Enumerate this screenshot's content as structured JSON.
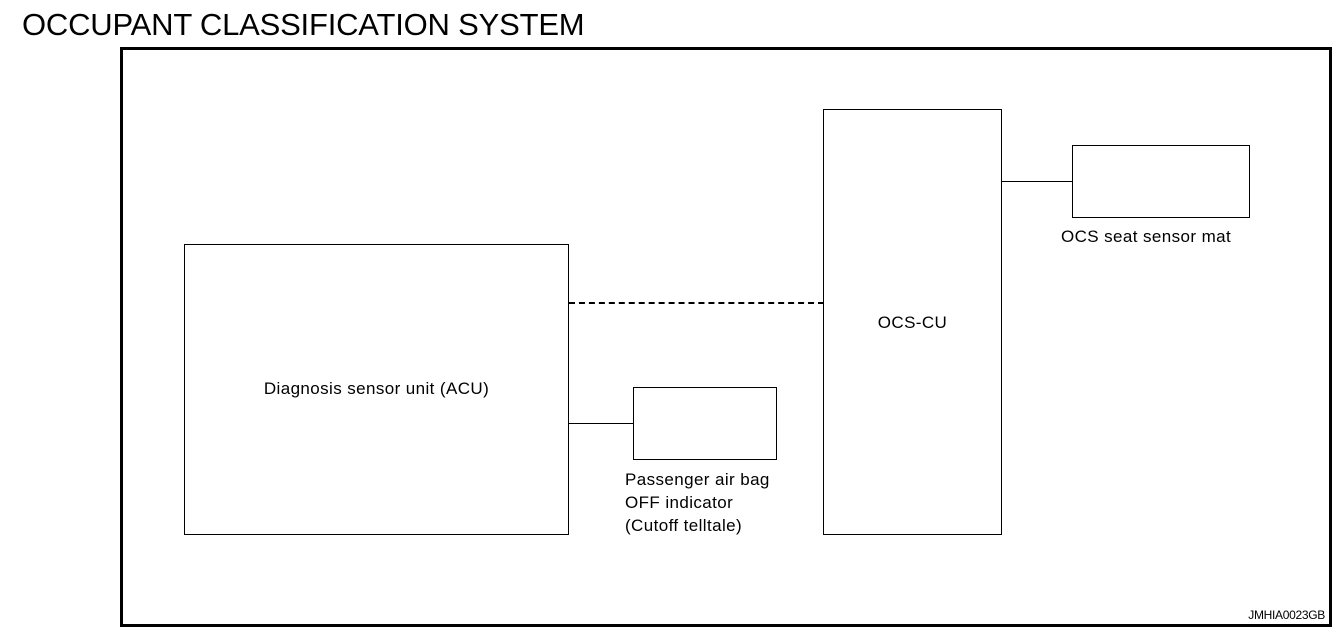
{
  "title": "OCCUPANT CLASSIFICATION SYSTEM",
  "diagram": {
    "acu": {
      "label": "Diagnosis sensor unit (ACU)"
    },
    "ocs_cu": {
      "label": "OCS-CU"
    },
    "indicator": {
      "lines": [
        "Passenger air bag",
        "OFF indicator",
        "(Cutoff telltale)"
      ]
    },
    "seat_sensor_mat": {
      "label": "OCS seat sensor mat"
    },
    "connections": [
      {
        "from": "Diagnosis sensor unit (ACU)",
        "to": "OCS-CU",
        "style": "dashed"
      },
      {
        "from": "Diagnosis sensor unit (ACU)",
        "to": "Passenger air bag OFF indicator (Cutoff telltale)",
        "style": "solid"
      },
      {
        "from": "OCS-CU",
        "to": "OCS seat sensor mat",
        "style": "solid"
      }
    ]
  },
  "figure_id": "JMHIA0023GB"
}
